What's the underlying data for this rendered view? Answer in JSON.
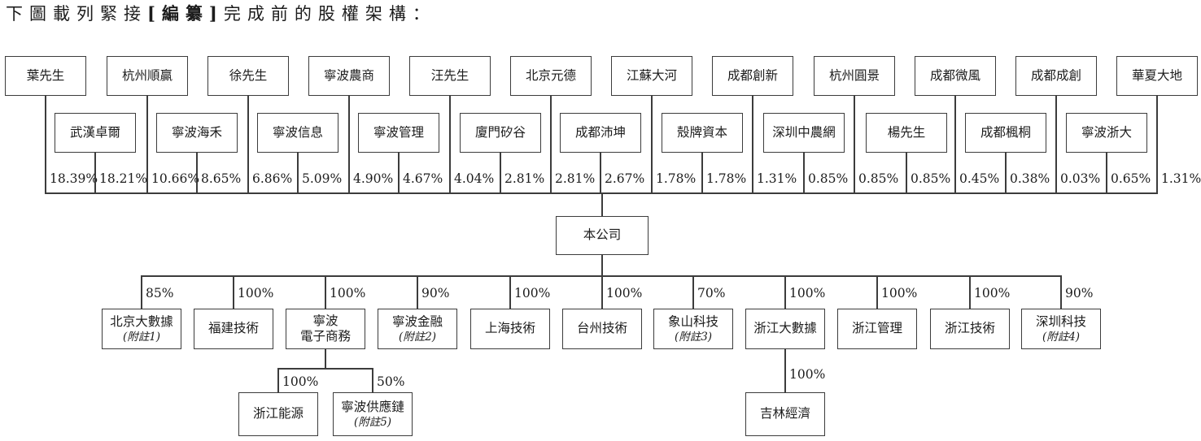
{
  "title": {
    "prefix": "下圖載列緊接",
    "bold": "[編纂]",
    "suffix": "完成前的股權架構："
  },
  "company": {
    "name": "本公司"
  },
  "shareholders": [
    {
      "name": "葉先生",
      "pct": "18.39%"
    },
    {
      "name": "武漢卓爾",
      "pct": "18.21%"
    },
    {
      "name": "杭州順贏",
      "pct": "10.66%"
    },
    {
      "name": "寧波海禾",
      "pct": "8.65%"
    },
    {
      "name": "徐先生",
      "pct": "6.86%"
    },
    {
      "name": "寧波信息",
      "pct": "5.09%"
    },
    {
      "name": "寧波農商",
      "pct": "4.90%"
    },
    {
      "name": "寧波管理",
      "pct": "4.67%"
    },
    {
      "name": "汪先生",
      "pct": "4.04%"
    },
    {
      "name": "廈門矽谷",
      "pct": "2.81%"
    },
    {
      "name": "北京元德",
      "pct": "2.81%"
    },
    {
      "name": "成都沛坤",
      "pct": "2.67%"
    },
    {
      "name": "江蘇大河",
      "pct": "1.78%"
    },
    {
      "name": "殼牌資本",
      "pct": "1.78%"
    },
    {
      "name": "成都創新",
      "pct": "1.31%"
    },
    {
      "name": "深圳中農網",
      "pct": "0.85%"
    },
    {
      "name": "杭州圓景",
      "pct": "0.85%"
    },
    {
      "name": "楊先生",
      "pct": "0.85%"
    },
    {
      "name": "成都微風",
      "pct": "0.45%"
    },
    {
      "name": "成都楓桐",
      "pct": "0.38%"
    },
    {
      "name": "成都成創",
      "pct": "0.03%"
    },
    {
      "name": "寧波浙大",
      "pct": "0.65%"
    },
    {
      "name": "華夏大地",
      "pct": "1.31%"
    }
  ],
  "subsidiaries": [
    {
      "lines": [
        "北京大數據"
      ],
      "note": "(附註1)",
      "pct": "85%"
    },
    {
      "lines": [
        "福建技術"
      ],
      "pct": "100%"
    },
    {
      "lines": [
        "寧波",
        "電子商務"
      ],
      "pct": "100%"
    },
    {
      "lines": [
        "寧波金融"
      ],
      "note": "(附註2)",
      "pct": "90%"
    },
    {
      "lines": [
        "上海技術"
      ],
      "pct": "100%"
    },
    {
      "lines": [
        "台州技術"
      ],
      "pct": "100%"
    },
    {
      "lines": [
        "象山科技"
      ],
      "note": "(附註3)",
      "pct": "70%"
    },
    {
      "lines": [
        "浙江大數據"
      ],
      "pct": "100%"
    },
    {
      "lines": [
        "浙江管理"
      ],
      "pct": "100%"
    },
    {
      "lines": [
        "浙江技術"
      ],
      "pct": "100%"
    },
    {
      "lines": [
        "深圳科技"
      ],
      "note": "(附註4)",
      "pct": "90%"
    }
  ],
  "sub_holdings": [
    {
      "children": [
        {
          "lines": [
            "浙江能源"
          ],
          "pct": "100%"
        },
        {
          "lines": [
            "寧波供應鏈"
          ],
          "note": "(附註5)",
          "pct": "50%"
        }
      ]
    },
    {
      "children": [
        {
          "lines": [
            "吉林經濟"
          ],
          "pct": "100%"
        }
      ]
    }
  ]
}
